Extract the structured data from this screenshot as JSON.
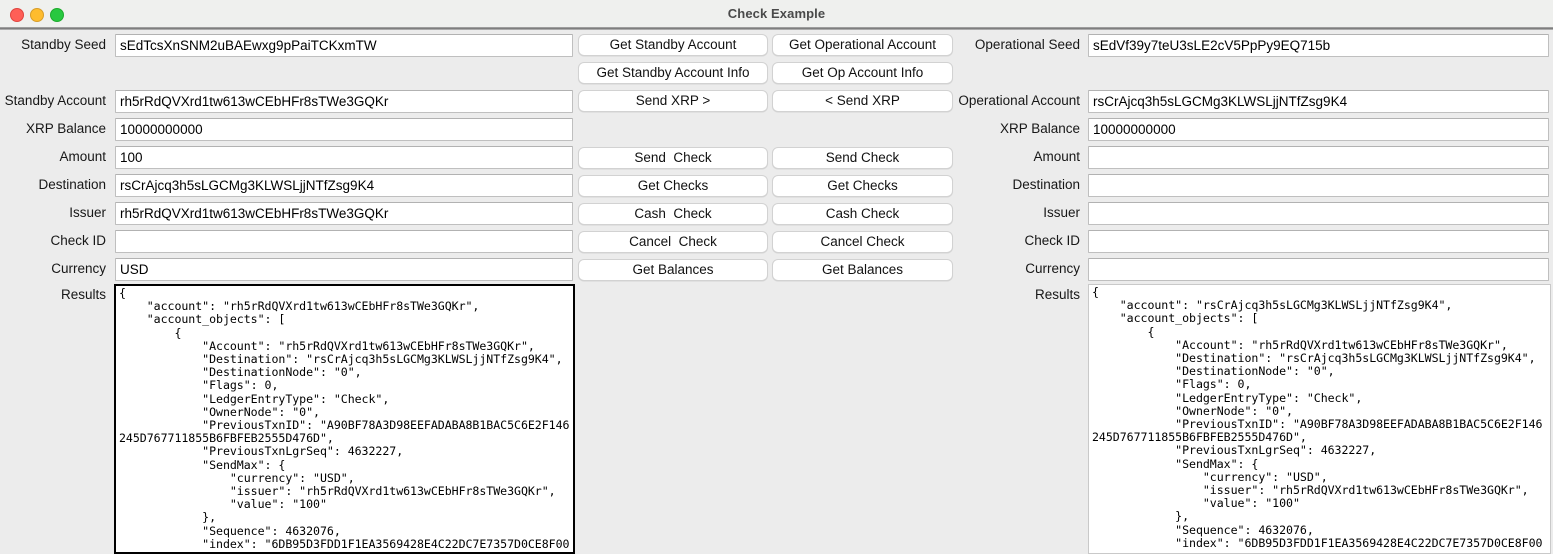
{
  "window": {
    "title": "Check Example",
    "traffic_lights": [
      "close",
      "minimize",
      "maximize"
    ]
  },
  "standby": {
    "labels": {
      "seed": "Standby Seed",
      "account": "Standby Account",
      "xrp_balance": "XRP Balance",
      "amount": "Amount",
      "destination": "Destination",
      "issuer": "Issuer",
      "check_id": "Check ID",
      "currency": "Currency",
      "results": "Results"
    },
    "values": {
      "seed": "sEdTcsXnSNM2uBAEwxg9pPaiTCKxmTW",
      "account": "rh5rRdQVXrd1tw613wCEbHFr8sTWe3GQKr",
      "xrp_balance": "10000000000",
      "amount": "100",
      "destination": "rsCrAjcq3h5sLGCMg3KLWSLjjNTfZsg9K4",
      "issuer": "rh5rRdQVXrd1tw613wCEbHFr8sTWe3GQKr",
      "check_id": "",
      "currency": "USD",
      "results": "{\n    \"account\": \"rh5rRdQVXrd1tw613wCEbHFr8sTWe3GQKr\",\n    \"account_objects\": [\n        {\n            \"Account\": \"rh5rRdQVXrd1tw613wCEbHFr8sTWe3GQKr\",\n            \"Destination\": \"rsCrAjcq3h5sLGCMg3KLWSLjjNTfZsg9K4\",\n            \"DestinationNode\": \"0\",\n            \"Flags\": 0,\n            \"LedgerEntryType\": \"Check\",\n            \"OwnerNode\": \"0\",\n            \"PreviousTxnID\": \"A90BF78A3D98EEFADABA8B1BAC5C6E2F146\n245D767711855B6FBFEB2555D476D\",\n            \"PreviousTxnLgrSeq\": 4632227,\n            \"SendMax\": {\n                \"currency\": \"USD\",\n                \"issuer\": \"rh5rRdQVXrd1tw613wCEbHFr8sTWe3GQKr\",\n                \"value\": \"100\"\n            },\n            \"Sequence\": 4632076,\n            \"index\": \"6DB95D3FDD1F1EA3569428E4C22DC7E7357D0CE8F00"
    }
  },
  "operational": {
    "labels": {
      "seed": "Operational Seed",
      "account": "Operational Account",
      "xrp_balance": "XRP Balance",
      "amount": "Amount",
      "destination": "Destination",
      "issuer": "Issuer",
      "check_id": "Check ID",
      "currency": "Currency",
      "results": "Results"
    },
    "values": {
      "seed": "sEdVf39y7teU3sLE2cV5PpPy9EQ715b",
      "account": "rsCrAjcq3h5sLGCMg3KLWSLjjNTfZsg9K4",
      "xrp_balance": "10000000000",
      "amount": "",
      "destination": "",
      "issuer": "",
      "check_id": "",
      "currency": "",
      "results": "{\n    \"account\": \"rsCrAjcq3h5sLGCMg3KLWSLjjNTfZsg9K4\",\n    \"account_objects\": [\n        {\n            \"Account\": \"rh5rRdQVXrd1tw613wCEbHFr8sTWe3GQKr\",\n            \"Destination\": \"rsCrAjcq3h5sLGCMg3KLWSLjjNTfZsg9K4\",\n            \"DestinationNode\": \"0\",\n            \"Flags\": 0,\n            \"LedgerEntryType\": \"Check\",\n            \"OwnerNode\": \"0\",\n            \"PreviousTxnID\": \"A90BF78A3D98EEFADABA8B1BAC5C6E2F146\n245D767711855B6FBFEB2555D476D\",\n            \"PreviousTxnLgrSeq\": 4632227,\n            \"SendMax\": {\n                \"currency\": \"USD\",\n                \"issuer\": \"rh5rRdQVXrd1tw613wCEbHFr8sTWe3GQKr\",\n                \"value\": \"100\"\n            },\n            \"Sequence\": 4632076,\n            \"index\": \"6DB95D3FDD1F1EA3569428E4C22DC7E7357D0CE8F00"
    }
  },
  "buttons": {
    "left": [
      "Get Standby Account",
      "Get Standby Account Info",
      "Send XRP >",
      "Send  Check",
      "Get Checks",
      "Cash  Check",
      "Cancel  Check",
      "Get Balances"
    ],
    "right": [
      "Get Operational Account",
      "Get Op Account Info",
      "< Send XRP",
      "Send Check",
      "Get Checks",
      "Cash Check",
      "Cancel Check",
      "Get Balances"
    ]
  },
  "colors": {
    "window_bg": "#ececec",
    "titlebar_bg": "#eff0ee",
    "field_bg": "#ffffff",
    "button_bg": "#ffffff",
    "focus_border": "#000000",
    "traffic_close": "#ff5f57",
    "traffic_min": "#febc2e",
    "traffic_max": "#28c840"
  }
}
